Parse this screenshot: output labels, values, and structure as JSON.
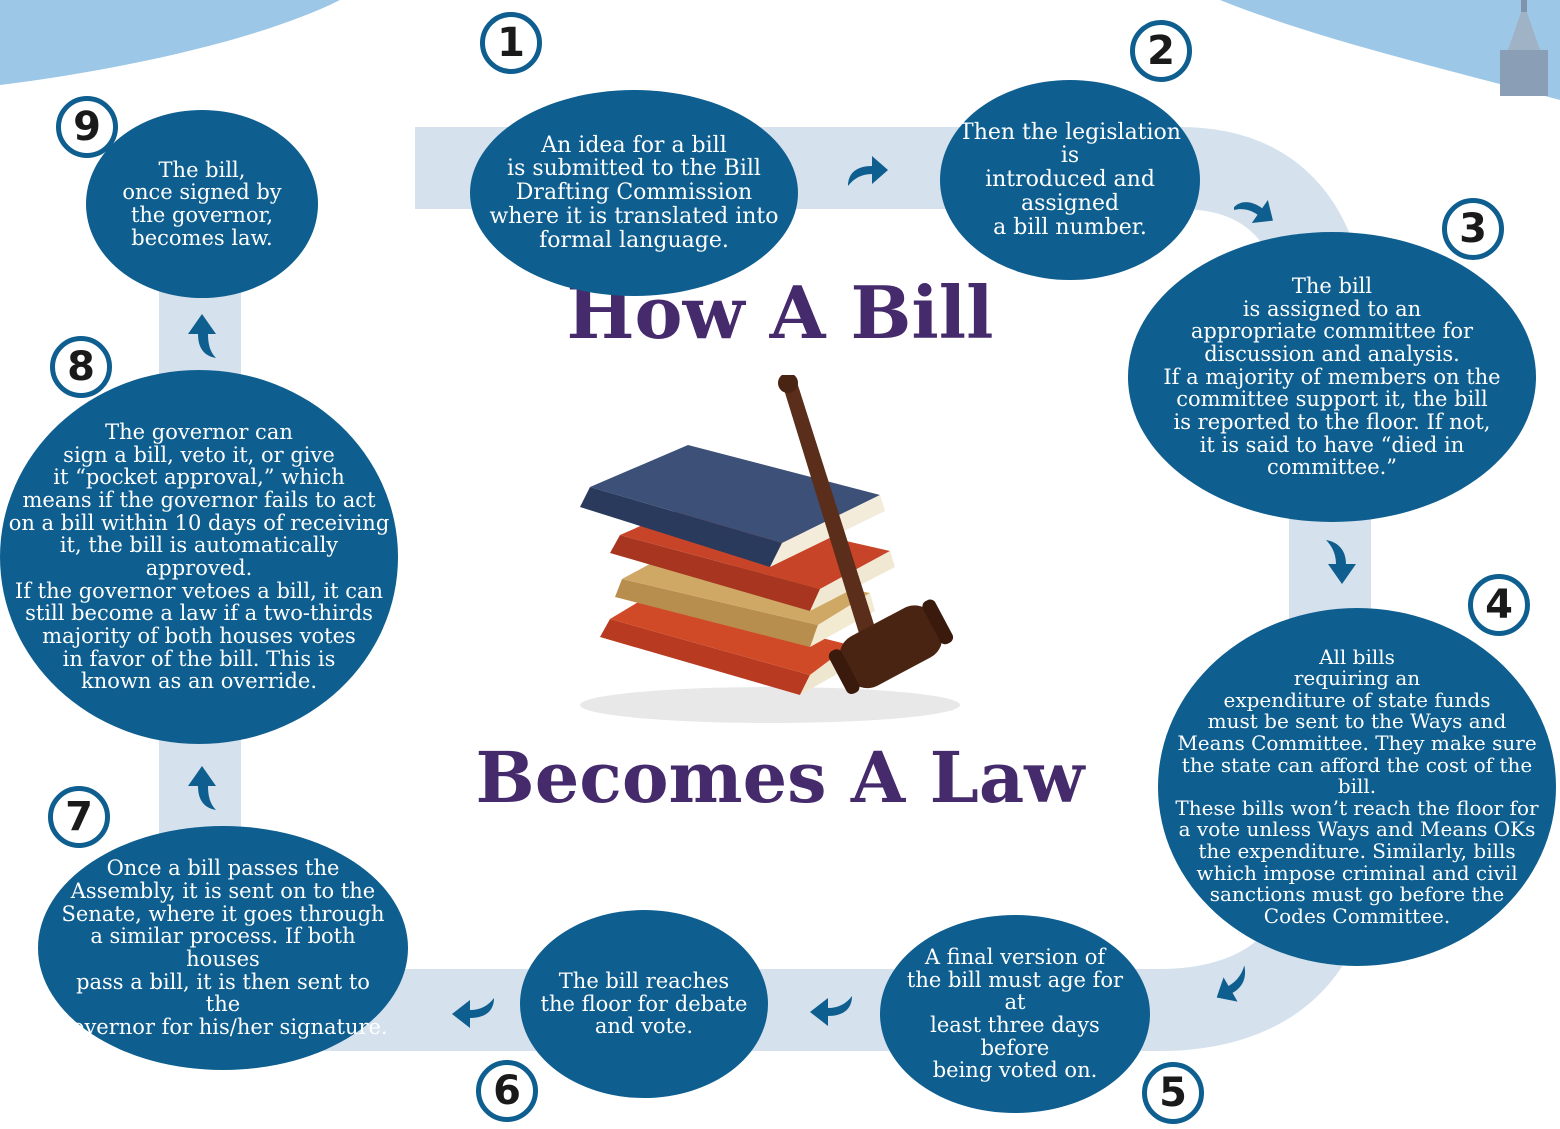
{
  "title": {
    "line1": "How A Bill",
    "line2": "Becomes A Law"
  },
  "colors": {
    "bubble": "#0e5e8f",
    "path": "#d5e1ec",
    "title": "#452a6c",
    "sky": "#9dc7e6"
  },
  "steps": [
    {
      "number": "1",
      "text": "An idea for a bill\nis submitted to the Bill\nDrafting Commission\nwhere it is translated into\nformal language."
    },
    {
      "number": "2",
      "text": "Then the legislation is\nintroduced and assigned\na bill number."
    },
    {
      "number": "3",
      "text": "The bill\nis assigned to an\nappropriate committee for\ndiscussion and analysis.\nIf a majority of members on the\ncommittee support it, the bill\nis reported to the floor. If not,\nit is said to have “died in\ncommittee.”"
    },
    {
      "number": "4",
      "text": "All bills\nrequiring an\nexpenditure of state funds\nmust be sent to the Ways and\nMeans Committee. They make sure\nthe state can afford the cost of the bill.\nThese bills won’t reach the floor for\na vote unless Ways and Means OKs\nthe expenditure. Similarly, bills\nwhich impose criminal and civil\nsanctions must go before the\nCodes Committee."
    },
    {
      "number": "5",
      "text": "A final version of\nthe bill must age for at\nleast three days before\nbeing voted on."
    },
    {
      "number": "6",
      "text": "The bill reaches\nthe floor for debate\nand vote."
    },
    {
      "number": "7",
      "text": "Once a bill passes the\nAssembly, it is sent on to the\nSenate, where it goes through\na similar process. If both houses\npass a bill, it is then sent to the\ngovernor for his/her signature."
    },
    {
      "number": "8",
      "text": "The governor can\nsign a bill, veto it, or give\nit “pocket approval,” which\nmeans if the governor fails to act\non a bill within 10 days of receiving\nit, the bill is automatically approved.\nIf the governor vetoes a bill, it can\nstill become a law if a two-thirds\nmajority of both houses votes\nin favor of the bill. This is\nknown as an override."
    },
    {
      "number": "9",
      "text": "The bill,\nonce signed by\nthe governor,\nbecomes law."
    }
  ]
}
